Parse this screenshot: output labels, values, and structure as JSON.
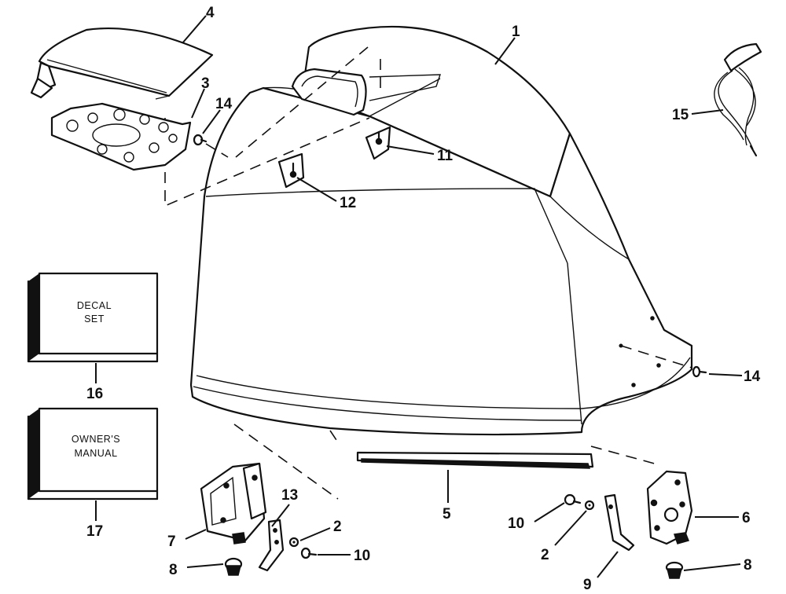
{
  "callouts": {
    "c1": "1",
    "c2a": "2",
    "c2b": "2",
    "c3": "3",
    "c4": "4",
    "c5": "5",
    "c6": "6",
    "c7": "7",
    "c8a": "8",
    "c8b": "8",
    "c9": "9",
    "c10a": "10",
    "c10b": "10",
    "c11": "11",
    "c12": "12",
    "c13": "13",
    "c14a": "14",
    "c14b": "14",
    "c15": "15",
    "c16": "16",
    "c17": "17"
  },
  "boxes": {
    "decal_line1": "DECAL",
    "decal_line2": "SET",
    "manual_line1": "OWNER'S",
    "manual_line2": "MANUAL"
  }
}
